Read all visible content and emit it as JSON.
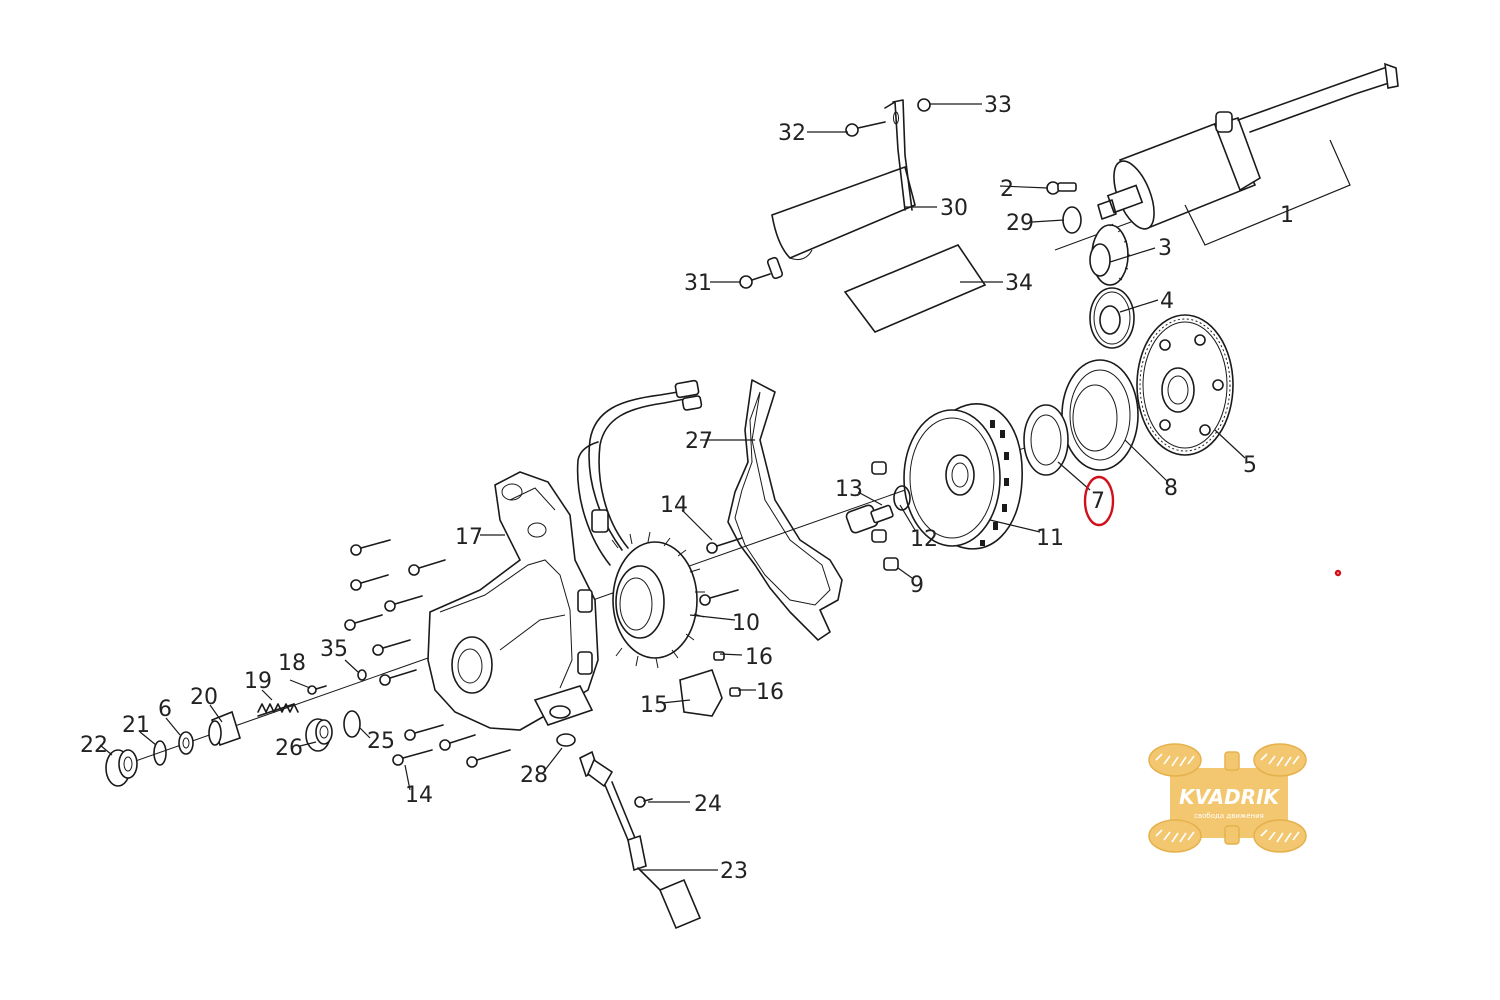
{
  "diagram": {
    "callouts": [
      {
        "id": "c1",
        "label": "1"
      },
      {
        "id": "c2",
        "label": "2"
      },
      {
        "id": "c3",
        "label": "3"
      },
      {
        "id": "c4",
        "label": "4"
      },
      {
        "id": "c5",
        "label": "5"
      },
      {
        "id": "c6",
        "label": "6"
      },
      {
        "id": "c7",
        "label": "7"
      },
      {
        "id": "c8",
        "label": "8"
      },
      {
        "id": "c9",
        "label": "9"
      },
      {
        "id": "c10",
        "label": "10"
      },
      {
        "id": "c11",
        "label": "11"
      },
      {
        "id": "c12",
        "label": "12"
      },
      {
        "id": "c13",
        "label": "13"
      },
      {
        "id": "c14a",
        "label": "14"
      },
      {
        "id": "c14b",
        "label": "14"
      },
      {
        "id": "c15",
        "label": "15"
      },
      {
        "id": "c16a",
        "label": "16"
      },
      {
        "id": "c16b",
        "label": "16"
      },
      {
        "id": "c17",
        "label": "17"
      },
      {
        "id": "c18",
        "label": "18"
      },
      {
        "id": "c19",
        "label": "19"
      },
      {
        "id": "c20",
        "label": "20"
      },
      {
        "id": "c21",
        "label": "21"
      },
      {
        "id": "c22",
        "label": "22"
      },
      {
        "id": "c23",
        "label": "23"
      },
      {
        "id": "c24",
        "label": "24"
      },
      {
        "id": "c25",
        "label": "25"
      },
      {
        "id": "c26",
        "label": "26"
      },
      {
        "id": "c27",
        "label": "27"
      },
      {
        "id": "c28",
        "label": "28"
      },
      {
        "id": "c29",
        "label": "29"
      },
      {
        "id": "c30",
        "label": "30"
      },
      {
        "id": "c31",
        "label": "31"
      },
      {
        "id": "c32",
        "label": "32"
      },
      {
        "id": "c33",
        "label": "33"
      },
      {
        "id": "c34",
        "label": "34"
      },
      {
        "id": "c35",
        "label": "35"
      }
    ],
    "highlighted_part": "7",
    "highlight_color": "#d0101b",
    "line_color": "#1a1a1a"
  },
  "logo": {
    "brand": "KVADRIK",
    "tagline": "свобода движения",
    "color": "#f2c261"
  }
}
